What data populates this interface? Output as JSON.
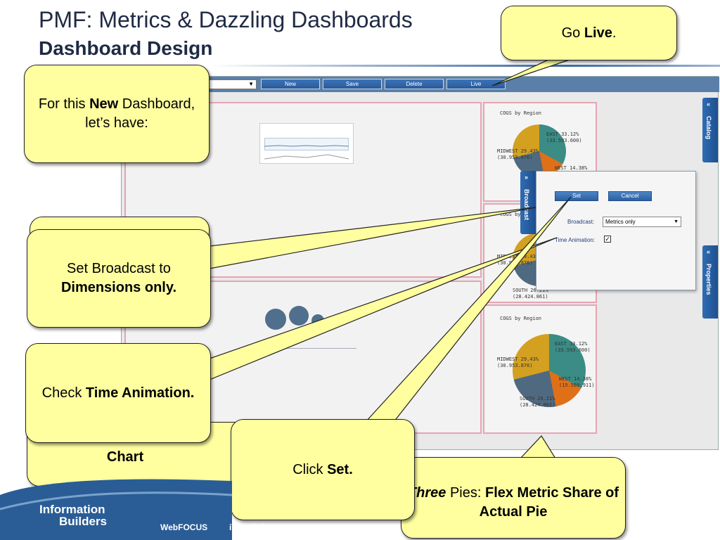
{
  "slide": {
    "title": "PMF: Metrics & Dazzling Dashboards",
    "subtitle": "Dashboard Design"
  },
  "app": {
    "toolbar": {
      "buttons": [
        "New",
        "Save",
        "Delete",
        "Live"
      ]
    },
    "side_tabs": {
      "catalog": "Catalog",
      "broadcast": "Broadcast",
      "properties": "Properties"
    },
    "pie_chart": {
      "title": "COGS by Region",
      "labels": {
        "east": "EAST 33.12%",
        "east_value": "(33.593.600)",
        "midwest": "MIDWEST 29.43%",
        "midwest_value": "(30.953.876)",
        "west": "WEST 14.38%",
        "west_value": "(15.569,911)",
        "south": "SOUTH 26.21%",
        "south_value": "(28.424.861)"
      }
    },
    "broadcast_dialog": {
      "set_label": "Set",
      "cancel_label": "Cancel",
      "broadcast_label": "Broadcast:",
      "broadcast_value": "Metrics only",
      "time_animation_label": "Time Animation:",
      "time_animation_checked": true
    }
  },
  "callouts": {
    "go_live": {
      "pre": "Go ",
      "bold": "Live",
      "post": "."
    },
    "new_dashboard": {
      "pre": "For this ",
      "bold": "New",
      "post": " Dashboard, let’s have:"
    },
    "set_broadcast": {
      "pre": "Set Broadcast to ",
      "bold": "Dimensions only."
    },
    "check_time": {
      "pre": "Check ",
      "bold": "Time Animation."
    },
    "chart_fragment": "Chart",
    "click_set": {
      "pre": "Click ",
      "bold": "Set."
    },
    "three_pies": {
      "italic": "Three",
      "mid": " Pies: ",
      "bold": "Flex Metric Share of Actual Pie"
    }
  },
  "footer": {
    "logo_line1": "Information",
    "logo_line2": "Builders",
    "product1": "WebFOCUS",
    "product2": "iWay Software"
  },
  "colors": {
    "callout_fill": "#ffffa0",
    "pie_teal": "#3a8c85",
    "pie_gold": "#d4a020",
    "pie_orange": "#e07018",
    "pie_slate": "#4f6a80",
    "accent_blue": "#2f6db3"
  }
}
